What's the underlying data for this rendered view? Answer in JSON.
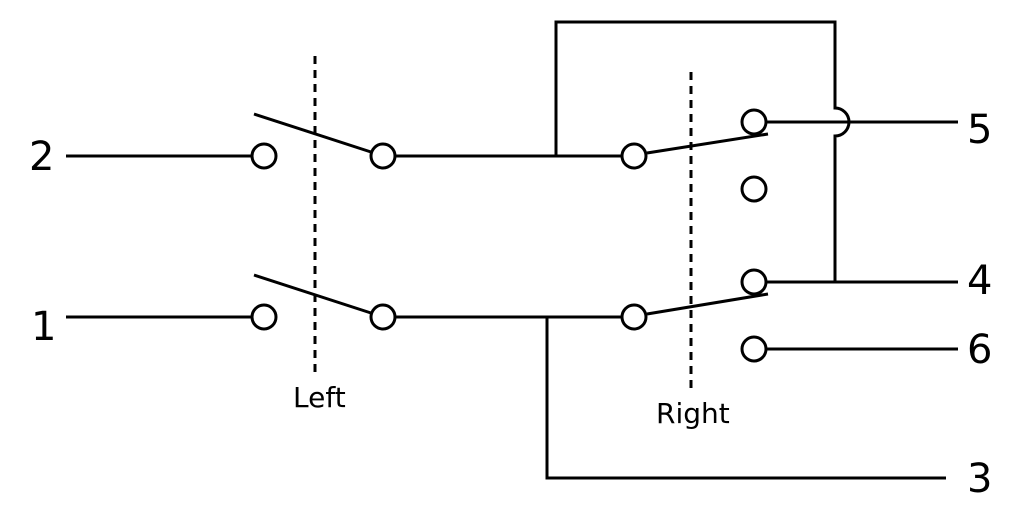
{
  "diagram": {
    "type": "switch-wiring-schematic",
    "terminal_labels": {
      "t1": "1",
      "t2": "2",
      "t3": "3",
      "t4": "4",
      "t5": "5",
      "t6": "6"
    },
    "switch_labels": {
      "left": "Left",
      "right": "Right"
    },
    "colors": {
      "line": "#000000",
      "background": "#ffffff"
    }
  }
}
